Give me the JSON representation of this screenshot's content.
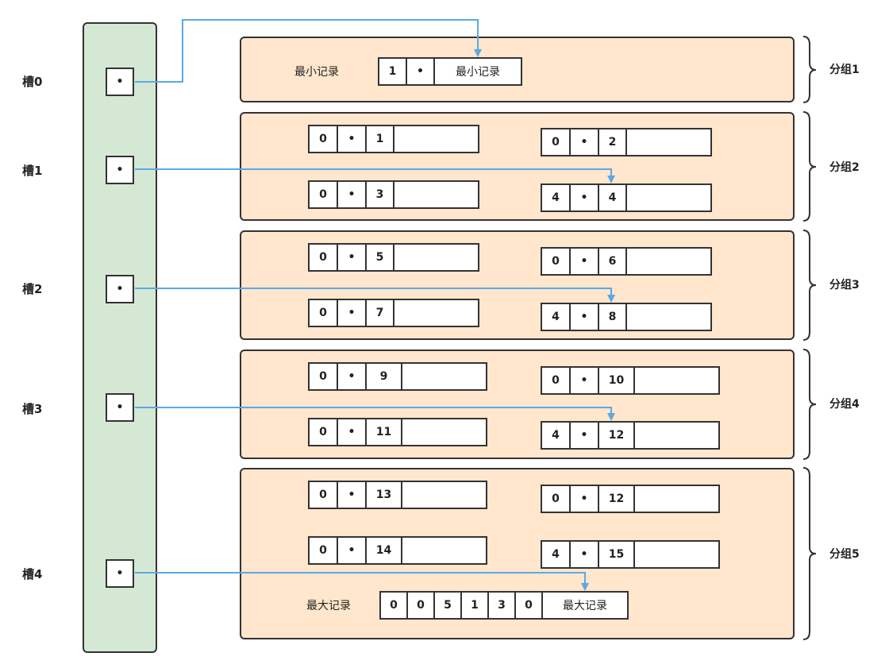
{
  "slots": [
    {
      "label": "槽0",
      "pointer": "•"
    },
    {
      "label": "槽1",
      "pointer": "•"
    },
    {
      "label": "槽2",
      "pointer": "•"
    },
    {
      "label": "槽3",
      "pointer": "•"
    },
    {
      "label": "槽4",
      "pointer": "•"
    }
  ],
  "groups": [
    {
      "label": "分组1"
    },
    {
      "label": "分组2"
    },
    {
      "label": "分组3"
    },
    {
      "label": "分组4"
    },
    {
      "label": "分组5"
    }
  ],
  "min_record": {
    "title": "最小记录",
    "cells": [
      "1",
      "•",
      "最小记录"
    ]
  },
  "max_record": {
    "title": "最大记录",
    "cells": [
      "0",
      "0",
      "5",
      "1",
      "3",
      "0",
      "最大记录"
    ]
  },
  "records": [
    [
      "0",
      "•",
      "1"
    ],
    [
      "0",
      "•",
      "2"
    ],
    [
      "0",
      "•",
      "3"
    ],
    [
      "4",
      "•",
      "4"
    ],
    [
      "0",
      "•",
      "5"
    ],
    [
      "0",
      "•",
      "6"
    ],
    [
      "0",
      "•",
      "7"
    ],
    [
      "4",
      "•",
      "8"
    ],
    [
      "0",
      "•",
      "9"
    ],
    [
      "0",
      "•",
      "10"
    ],
    [
      "0",
      "•",
      "11"
    ],
    [
      "4",
      "•",
      "12"
    ],
    [
      "0",
      "•",
      "13"
    ],
    [
      "0",
      "•",
      "12"
    ],
    [
      "0",
      "•",
      "14"
    ],
    [
      "4",
      "•",
      "15"
    ]
  ],
  "colors": {
    "directory_fill": "#d5e8d4",
    "group_fill": "#ffe6cc",
    "arrow": "#5aa9e6",
    "stroke": "#333333"
  }
}
